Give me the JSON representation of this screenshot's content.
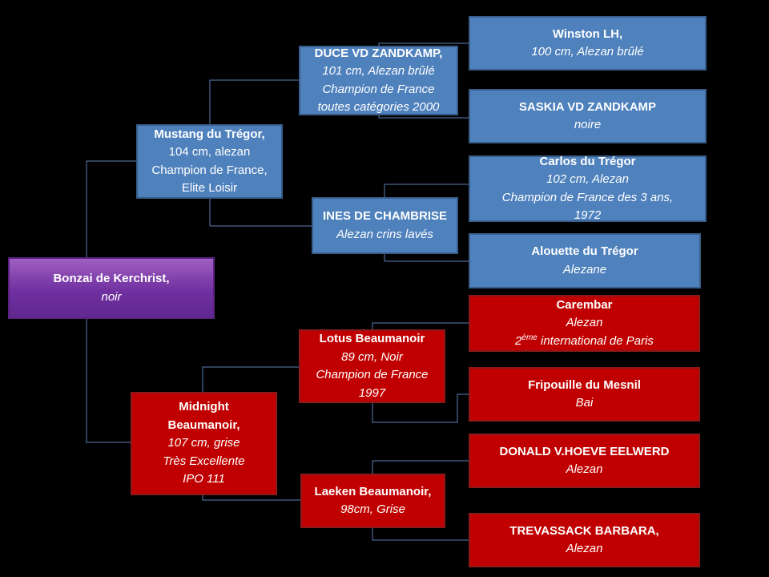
{
  "root": {
    "name": "Bonzai de Kerchrist,",
    "color": "noir"
  },
  "sire": {
    "name": "Mustang du Trégor,",
    "lines": [
      "104 cm, alezan",
      "Champion de France,",
      "Elite Loisir"
    ]
  },
  "dam": {
    "name_line1": "Midnight",
    "name_line2": "Beaumanoir,",
    "lines": [
      "107 cm, grise",
      "Très Excellente",
      "IPO 111"
    ]
  },
  "sire_sire": {
    "name": "DUCE VD ZANDKAMP,",
    "lines": [
      "101 cm, Alezan brûlé",
      "Champion de France",
      "toutes catégories 2000"
    ]
  },
  "sire_dam": {
    "name": "INES DE CHAMBRISE",
    "lines": [
      "Alezan crins lavés"
    ]
  },
  "dam_sire": {
    "name": "Lotus Beaumanoir",
    "lines": [
      "89 cm, Noir",
      "Champion de France",
      "1997"
    ]
  },
  "dam_dam": {
    "name": "Laeken Beaumanoir,",
    "lines": [
      "98cm, Grise"
    ]
  },
  "ggp": {
    "winston": {
      "name": "Winston LH,",
      "lines": [
        "100 cm, Alezan brûlé"
      ]
    },
    "saskia": {
      "name": "SASKIA VD ZANDKAMP",
      "lines": [
        "noire"
      ]
    },
    "carlos": {
      "name": "Carlos du Trégor",
      "lines": [
        "102 cm, Alezan",
        "Champion de France des 3 ans,",
        "1972"
      ]
    },
    "alouette": {
      "name": "Alouette du Trégor",
      "lines": [
        "Alezane"
      ]
    },
    "carembar": {
      "name": "Carembar",
      "lines": [
        "Alezan"
      ],
      "title_num": "2",
      "title_sup": "ème",
      "title_rest": " international de Paris"
    },
    "fripouille": {
      "name": "Fripouille du Mesnil",
      "lines": [
        "Bai"
      ]
    },
    "donald": {
      "name": "DONALD V.HOEVE EELWERD",
      "lines": [
        "Alezan"
      ]
    },
    "trevassack": {
      "name": "TREVASSACK BARBARA,",
      "lines": [
        "Alezan"
      ]
    }
  },
  "colors": {
    "background": "#000000",
    "sire_line": "#4f81bd",
    "dam_line": "#c00000",
    "root": "#7030a0",
    "connector": "#5b7fb5"
  }
}
